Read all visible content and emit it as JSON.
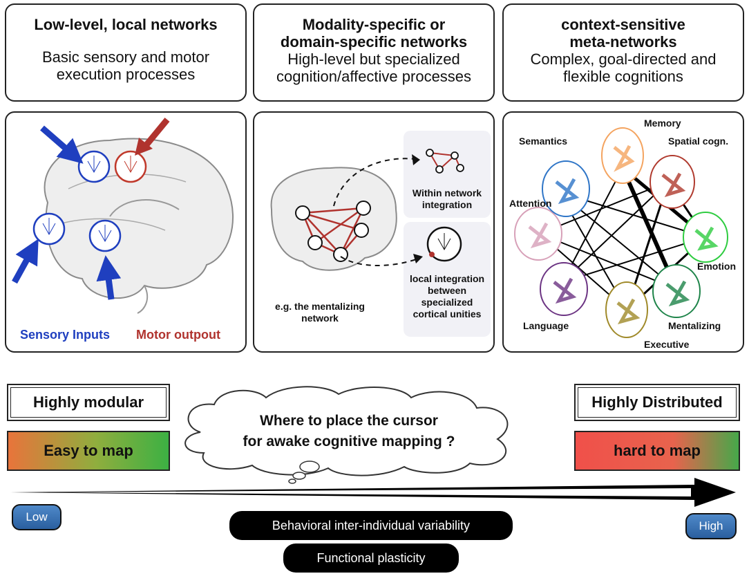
{
  "columns": [
    {
      "title": "Low-level, local networks",
      "subtitle": "Basic sensory and motor execution processes"
    },
    {
      "title": "Modality-specific or domain-specific networks",
      "subtitle": "High-level but specialized cognition/affective processes"
    },
    {
      "title": "context-sensitive meta-networks",
      "subtitle": "Complex, goal-directed and flexible cognitions"
    }
  ],
  "panel1": {
    "sensory_label": "Sensory Inputs",
    "motor_label": "Motor outpout"
  },
  "panel2": {
    "within_label": "Within network integration",
    "local_label": "local integration between specialized cortical unities",
    "example_label": "e.g. the mentalizing network"
  },
  "panel3": {
    "networks": [
      {
        "name": "Memory",
        "color": "#f4a460"
      },
      {
        "name": "Spatial cogn.",
        "color": "#b03a2e"
      },
      {
        "name": "Emotion",
        "color": "#2ecc40"
      },
      {
        "name": "Mentalizing",
        "color": "#1e8449"
      },
      {
        "name": "Executive",
        "color": "#a08a2a"
      },
      {
        "name": "Language",
        "color": "#6c3483"
      },
      {
        "name": "Attention",
        "color": "#d7a0b8"
      },
      {
        "name": "Semantics",
        "color": "#2e75c7"
      }
    ]
  },
  "bottom": {
    "highly_modular": "Highly modular",
    "highly_distributed": "Highly Distributed",
    "easy_to_map": "Easy to map",
    "hard_to_map": "hard to map",
    "cloud_text_1": "Where to place the cursor",
    "cloud_text_2": "for awake cognitive mapping ?",
    "low": "Low",
    "high": "High",
    "variability": "Behavioral inter-individual variability",
    "plasticity": "Functional plasticity"
  }
}
